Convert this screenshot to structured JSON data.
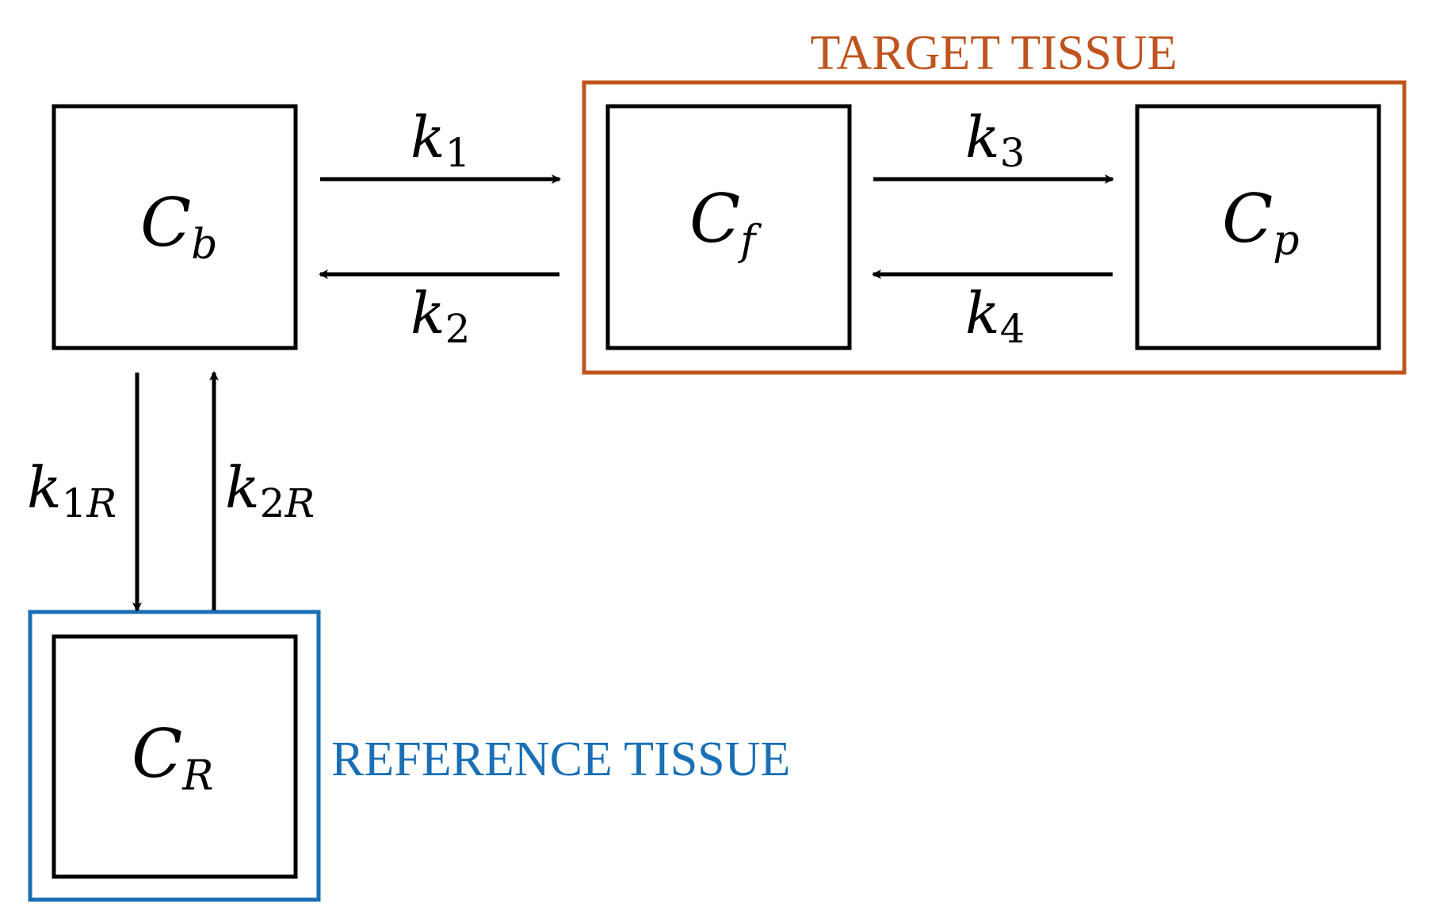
{
  "colors": {
    "target": "#C0541E",
    "reference": "#1A6FB5",
    "ink": "#000000",
    "background": "#FFFFFF"
  },
  "regions": {
    "target_label": "TARGET TISSUE",
    "reference_label": "REFERENCE TISSUE"
  },
  "compartments": {
    "cb": {
      "main": "C",
      "sub": "b"
    },
    "cf": {
      "main": "C",
      "sub": "f"
    },
    "cp": {
      "main": "C",
      "sub": "p"
    },
    "cr": {
      "main": "C",
      "sub": "R"
    }
  },
  "rates": {
    "k1": {
      "main": "k",
      "sub": "1"
    },
    "k2": {
      "main": "k",
      "sub": "2"
    },
    "k3": {
      "main": "k",
      "sub": "3"
    },
    "k4": {
      "main": "k",
      "sub": "4"
    },
    "k1r": {
      "main": "k",
      "sub": "1R"
    },
    "k2r": {
      "main": "k",
      "sub": "2R"
    }
  }
}
